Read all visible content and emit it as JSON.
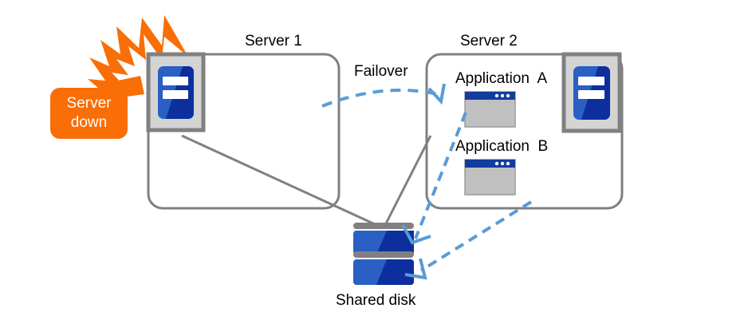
{
  "diagram": {
    "title_server1": "Server 1",
    "title_server2": "Server 2",
    "failover_label": "Failover",
    "shared_disk_label": "Shared disk",
    "applications": [
      {
        "label": "Application  A"
      },
      {
        "label": "Application  B"
      }
    ],
    "alert_badge": {
      "line1": "Server",
      "line2": "down"
    },
    "icons": {
      "server": "server-tower-icon",
      "application": "application-window-icon",
      "disk": "shared-disk-icon",
      "lightning": "lightning-bolt-icon",
      "failover_arrow": "dashed-curved-arrow-icon"
    },
    "colors": {
      "accent_orange": "#F96E06",
      "arrow_blue": "#5B9BD5",
      "icon_blue_light": "#2B5FC4",
      "icon_blue_dark": "#0D2F9E",
      "box_border_gray": "#808080",
      "icon_frame_gray": "#808080",
      "icon_fill_gray": "#D4D4D4",
      "window_titlebar": "#123C9E",
      "window_body": "#C0C0C0",
      "text_black": "#000000",
      "text_white": "#FFFFFF"
    }
  }
}
